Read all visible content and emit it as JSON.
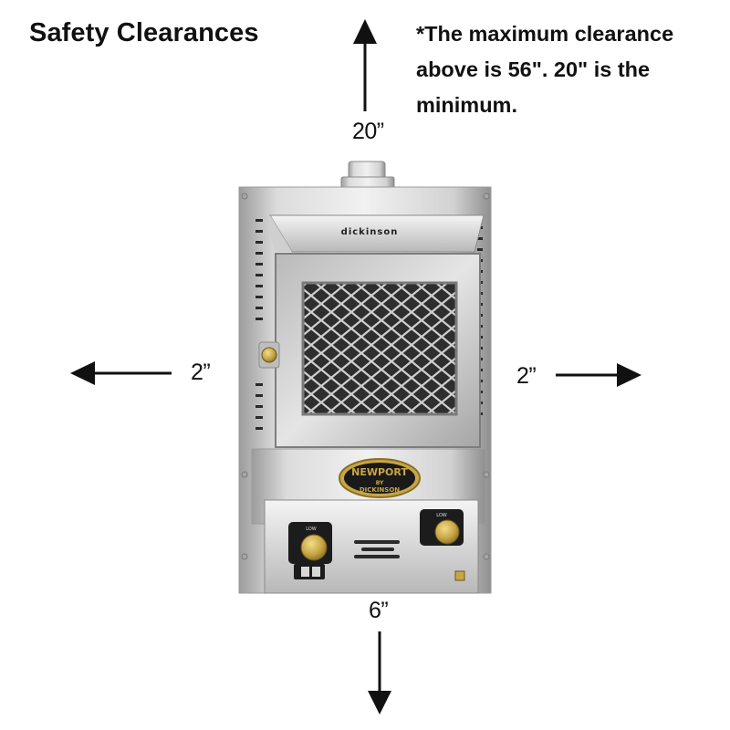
{
  "title": "Safety Clearances",
  "note": "*The maximum clearance above is 56\". 20\" is the minimum.",
  "clearances": {
    "top": "20”",
    "left": "2”",
    "right": "2”",
    "bottom": "6”"
  },
  "heater": {
    "brand_label": "dickinson",
    "badge_line1": "NEWPORT",
    "badge_line2": "BY",
    "badge_line3": "DICKINSON",
    "knob_label_left": "LOW",
    "knob_label_right": "LOW"
  },
  "colors": {
    "arrow": "#111111",
    "steel": "#c9c9c9",
    "brass": "#c8a646",
    "badge_bg": "#1a1a1a"
  }
}
